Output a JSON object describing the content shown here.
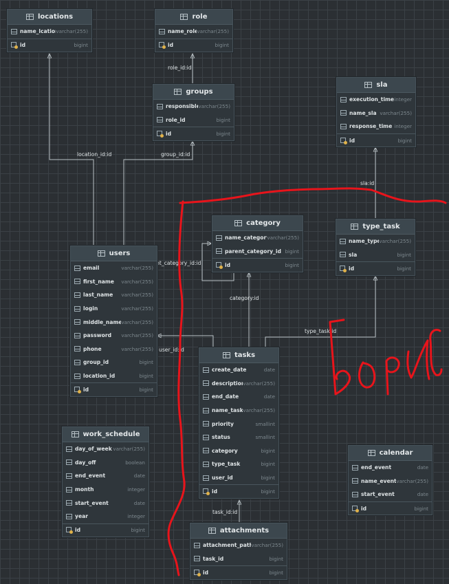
{
  "diagram": {
    "entities": {
      "locations": {
        "name": "locations",
        "columns": [
          {
            "name": "name_lcation",
            "type": "varchar(255)",
            "key": false
          },
          {
            "name": "id",
            "type": "bigint",
            "key": true
          }
        ]
      },
      "role": {
        "name": "role",
        "columns": [
          {
            "name": "name_role",
            "type": "varchar(255)",
            "key": false
          },
          {
            "name": "id",
            "type": "bigint",
            "key": true
          }
        ]
      },
      "groups": {
        "name": "groups",
        "columns": [
          {
            "name": "responsible",
            "type": "varchar(255)",
            "key": false
          },
          {
            "name": "role_id",
            "type": "bigint",
            "key": false
          },
          {
            "name": "id",
            "type": "bigint",
            "key": true
          }
        ]
      },
      "sla": {
        "name": "sla",
        "columns": [
          {
            "name": "execution_time",
            "type": "integer",
            "key": false
          },
          {
            "name": "name_sla",
            "type": "varchar(255)",
            "key": false
          },
          {
            "name": "response_time",
            "type": "integer",
            "key": false
          },
          {
            "name": "id",
            "type": "bigint",
            "key": true
          }
        ]
      },
      "category": {
        "name": "category",
        "columns": [
          {
            "name": "name_category",
            "type": "varchar(255)",
            "key": false
          },
          {
            "name": "parent_category_id",
            "type": "bigint",
            "key": false
          },
          {
            "name": "id",
            "type": "bigint",
            "key": true
          }
        ]
      },
      "type_task": {
        "name": "type_task",
        "columns": [
          {
            "name": "name_type",
            "type": "varchar(255)",
            "key": false
          },
          {
            "name": "sla",
            "type": "bigint",
            "key": false
          },
          {
            "name": "id",
            "type": "bigint",
            "key": true
          }
        ]
      },
      "users": {
        "name": "users",
        "columns": [
          {
            "name": "email",
            "type": "varchar(255)",
            "key": false
          },
          {
            "name": "first_name",
            "type": "varchar(255)",
            "key": false
          },
          {
            "name": "last_name",
            "type": "varchar(255)",
            "key": false
          },
          {
            "name": "login",
            "type": "varchar(255)",
            "key": false
          },
          {
            "name": "middle_name",
            "type": "varchar(255)",
            "key": false
          },
          {
            "name": "password",
            "type": "varchar(255)",
            "key": false
          },
          {
            "name": "phone",
            "type": "varchar(255)",
            "key": false
          },
          {
            "name": "group_id",
            "type": "bigint",
            "key": false
          },
          {
            "name": "location_id",
            "type": "bigint",
            "key": false
          },
          {
            "name": "id",
            "type": "bigint",
            "key": true
          }
        ]
      },
      "tasks": {
        "name": "tasks",
        "columns": [
          {
            "name": "create_date",
            "type": "date",
            "key": false
          },
          {
            "name": "description",
            "type": "varchar(255)",
            "key": false
          },
          {
            "name": "end_date",
            "type": "date",
            "key": false
          },
          {
            "name": "name_task",
            "type": "varchar(255)",
            "key": false
          },
          {
            "name": "priority",
            "type": "smallint",
            "key": false
          },
          {
            "name": "status",
            "type": "smallint",
            "key": false
          },
          {
            "name": "category",
            "type": "bigint",
            "key": false
          },
          {
            "name": "type_task",
            "type": "bigint",
            "key": false
          },
          {
            "name": "user_id",
            "type": "bigint",
            "key": false
          },
          {
            "name": "id",
            "type": "bigint",
            "key": true
          }
        ]
      },
      "work_schedule": {
        "name": "work_schedule",
        "columns": [
          {
            "name": "day_of_week",
            "type": "varchar(255)",
            "key": false
          },
          {
            "name": "day_off",
            "type": "boolean",
            "key": false
          },
          {
            "name": "end_event",
            "type": "date",
            "key": false
          },
          {
            "name": "month",
            "type": "integer",
            "key": false
          },
          {
            "name": "start_event",
            "type": "date",
            "key": false
          },
          {
            "name": "year",
            "type": "integer",
            "key": false
          },
          {
            "name": "id",
            "type": "bigint",
            "key": true
          }
        ]
      },
      "calendar": {
        "name": "calendar",
        "columns": [
          {
            "name": "end_event",
            "type": "date",
            "key": false
          },
          {
            "name": "name_event",
            "type": "varchar(255)",
            "key": false
          },
          {
            "name": "start_event",
            "type": "date",
            "key": false
          },
          {
            "name": "id",
            "type": "bigint",
            "key": true
          }
        ]
      },
      "attachments": {
        "name": "attachments",
        "columns": [
          {
            "name": "attachment_path",
            "type": "varchar(255)",
            "key": false
          },
          {
            "name": "task_id",
            "type": "bigint",
            "key": false
          },
          {
            "name": "id",
            "type": "bigint",
            "key": true
          }
        ]
      }
    },
    "relations": {
      "role_id": "role_id:id",
      "location_id": "location_id:id",
      "group_id": "group_id:id",
      "sla_id": "sla:id",
      "parent_category_id": "parent_category_id:id",
      "category_id": "category:id",
      "type_task_id": "type_task:id",
      "user_id": "user_id:id",
      "task_id": "task_id:id"
    },
    "annotation": {
      "text": "БОРИС",
      "color": "#e8141b"
    },
    "colors": {
      "background": "#2b2f33",
      "grid": "#3b4146",
      "line": "#b9c1c5",
      "key": "#e0b24a"
    }
  }
}
